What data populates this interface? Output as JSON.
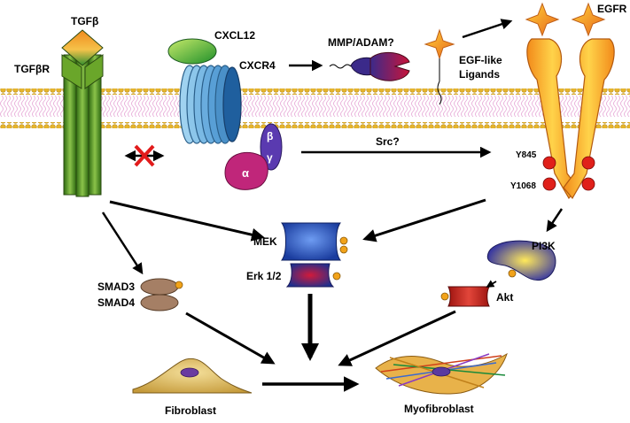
{
  "labels": {
    "tgfb": "TGFβ",
    "tgfbr": "TGFβR",
    "cxcl12": "CXCL12",
    "cxcr4": "CXCR4",
    "mmp_adam": "MMP/ADAM?",
    "egf_like": "EGF-like",
    "ligands": "Ligands",
    "egfr": "EGFR",
    "beta": "β",
    "gamma": "γ",
    "alpha": "α",
    "src": "Src?",
    "y845": "Y845",
    "y1068": "Y1068",
    "mek": "MEK",
    "erk": "Erk 1/2",
    "pi3k": "PI3K",
    "akt": "Akt",
    "smad3": "SMAD3",
    "smad4": "SMAD4",
    "fibroblast": "Fibroblast",
    "myofibroblast": "Myofibroblast"
  },
  "colors": {
    "membrane_head": "#e7b52c",
    "membrane_tail": "#e6a6d6",
    "receptor_green": "#4f8f1f",
    "egfr_orange": "#f3a51f",
    "cxcr4_blue": "#6fb3e0",
    "mek_blue": "#2b56c6",
    "erk_red": "#c0143c",
    "smad_brown": "#a57f65",
    "inhibit_red": "#e21b1b",
    "phospho": "#f2a31a"
  }
}
